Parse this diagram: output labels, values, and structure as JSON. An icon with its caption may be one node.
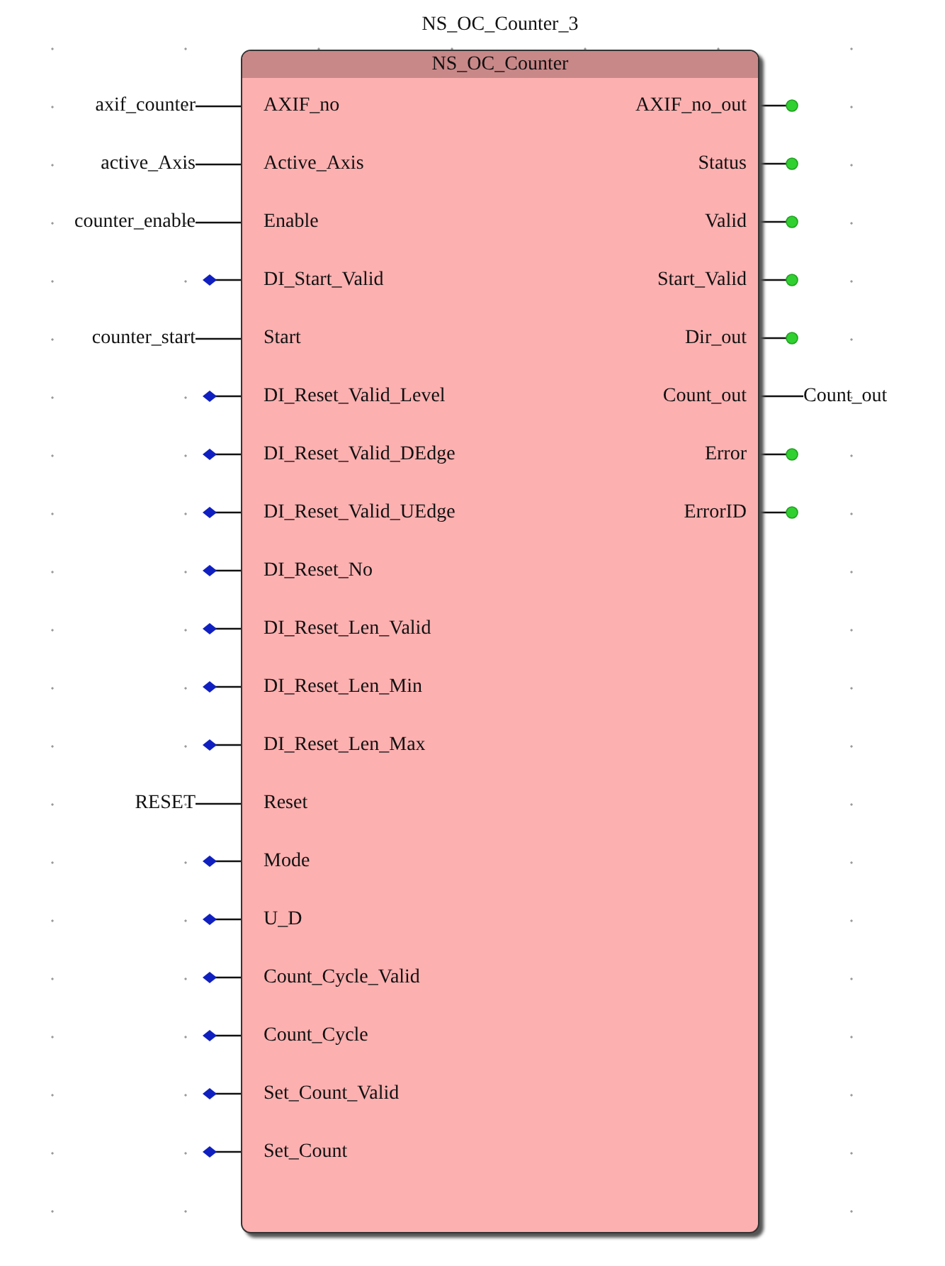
{
  "diagram": {
    "nodes": [
      {
        "text": [
          "NS_OC_Counter_3",
          "NS_OC_Counter"
        ]
      },
      {
        "text": [
          "axif_counter"
        ]
      },
      {
        "text": [
          "AXIF_no"
        ],
        "in": 0
      },
      {
        "text": [
          "AXIF_no_out"
        ],
        "in": 0
      },
      {
        "text": [
          "active_Axis"
        ]
      },
      {
        "text": [
          "Active_Axis"
        ],
        "in": 0
      },
      {
        "text": [
          "Status"
        ],
        "in": 0
      },
      {
        "text": [
          "counter_enable"
        ]
      },
      {
        "text": [
          "Enable"
        ],
        "in": 0
      },
      {
        "text": [
          "Valid"
        ],
        "in": 0
      },
      {
        "text": [
          "DI_Start_Valid"
        ],
        "in": 0
      },
      {
        "text": [
          "Start_Valid"
        ],
        "in": 0
      },
      {
        "text": [
          "counter_start"
        ]
      },
      {
        "text": [
          "Start"
        ],
        "in": 0
      },
      {
        "text": [
          "Dir_out"
        ],
        "in": 0
      },
      {
        "text": [
          "DI_Reset_Valid_Level"
        ],
        "in": 0
      },
      {
        "text": [
          "Count_out"
        ],
        "in": 0
      },
      {
        "text": [
          "Count_out"
        ]
      },
      {
        "text": [
          "DI_Reset_Valid_DEdge"
        ],
        "in": 0
      },
      {
        "text": [
          "Error"
        ],
        "in": 0
      },
      {
        "text": [
          "DI_Reset_Valid_UEdge"
        ],
        "in": 0
      },
      {
        "text": [
          "ErrorID"
        ],
        "in": 0
      },
      {
        "text": [
          "DI_Reset_No"
        ],
        "in": 0
      },
      {
        "text": [
          "DI_Reset_Len_Valid"
        ],
        "in": 0
      },
      {
        "text": [
          "DI_Reset_Len_Min"
        ],
        "in": 0
      },
      {
        "text": [
          "DI_Reset_Len_Max"
        ],
        "in": 0
      },
      {
        "text": [
          "RESET"
        ]
      },
      {
        "text": [
          "Reset"
        ],
        "in": 0
      },
      {
        "text": [
          "Mode"
        ],
        "in": 0
      },
      {
        "text": [
          "U_D"
        ],
        "in": 0
      },
      {
        "text": [
          "Count_Cycle_Valid"
        ],
        "in": 0
      },
      {
        "text": [
          "Count_Cycle"
        ],
        "in": 0
      },
      {
        "text": [
          "Set_Count_Valid"
        ],
        "in": 0
      },
      {
        "text": [
          "Set_Count"
        ],
        "in": 0
      }
    ],
    "edges": [
      {
        "from": 1,
        "to": 2,
        "arrow": "none"
      },
      {
        "from": 3,
        "to": null,
        "arrow": "other"
      },
      {
        "from": 4,
        "to": 5,
        "arrow": "none"
      },
      {
        "from": 6,
        "to": null,
        "arrow": "other"
      },
      {
        "from": 7,
        "to": 8,
        "arrow": "none"
      },
      {
        "from": 9,
        "to": null,
        "arrow": "other"
      },
      {
        "from": null,
        "to": 10,
        "arrow": "other"
      },
      {
        "from": 11,
        "to": null,
        "arrow": "other"
      },
      {
        "from": 12,
        "to": 13,
        "arrow": "none"
      },
      {
        "from": 14,
        "to": null,
        "arrow": "other"
      },
      {
        "from": null,
        "to": 15,
        "arrow": "other"
      },
      {
        "from": 16,
        "to": 17,
        "arrow": "none"
      },
      {
        "from": null,
        "to": 18,
        "arrow": "other"
      },
      {
        "from": 19,
        "to": null,
        "arrow": "other"
      },
      {
        "from": null,
        "to": 20,
        "arrow": "other"
      },
      {
        "from": 21,
        "to": null,
        "arrow": "other"
      },
      {
        "from": null,
        "to": 22,
        "arrow": "other"
      },
      {
        "from": null,
        "to": 23,
        "arrow": "other"
      },
      {
        "from": null,
        "to": 24,
        "arrow": "other"
      },
      {
        "from": null,
        "to": 25,
        "arrow": "other"
      },
      {
        "from": 26,
        "to": 27,
        "arrow": "none"
      },
      {
        "from": null,
        "to": 28,
        "arrow": "other"
      },
      {
        "from": null,
        "to": 29,
        "arrow": "other"
      },
      {
        "from": null,
        "to": 30,
        "arrow": "other"
      },
      {
        "from": null,
        "to": 31,
        "arrow": "other"
      },
      {
        "from": null,
        "to": 32,
        "arrow": "other"
      },
      {
        "from": null,
        "to": 33,
        "arrow": "other"
      }
    ]
  }
}
